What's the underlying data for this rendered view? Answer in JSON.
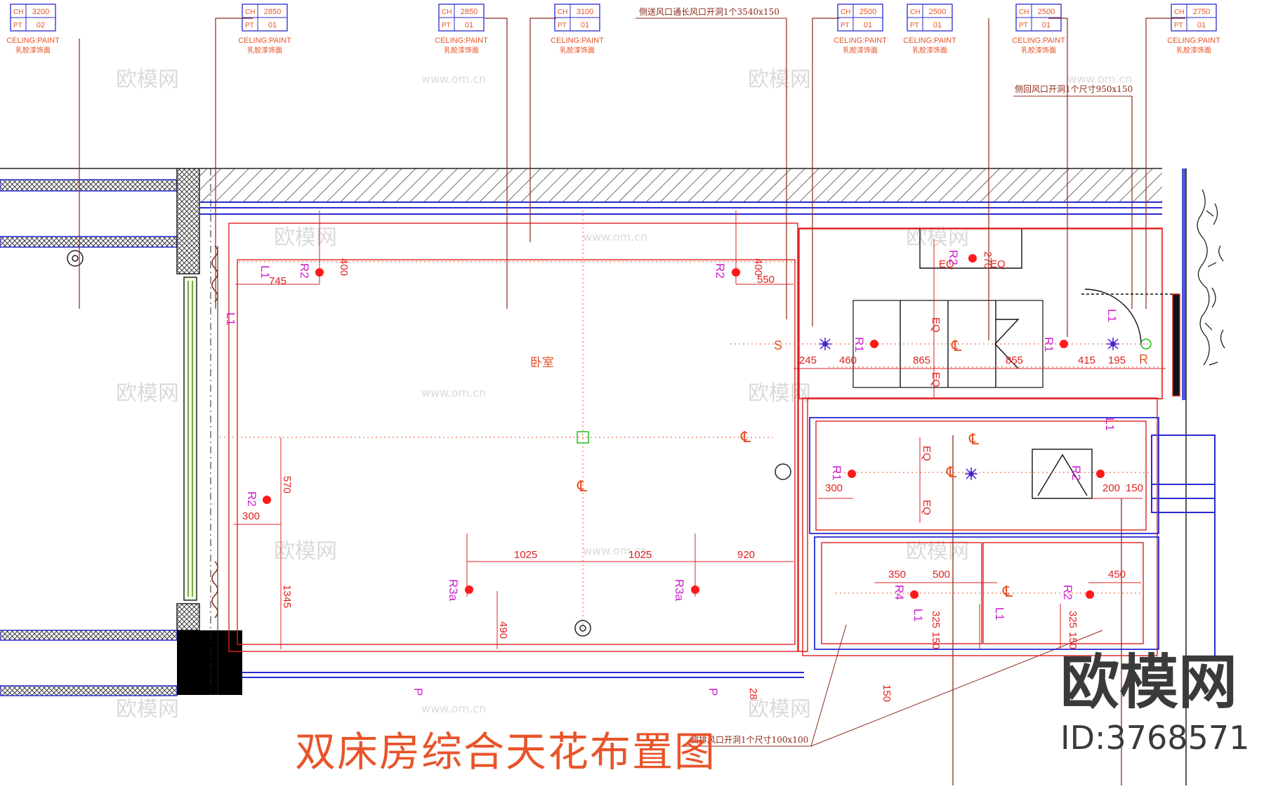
{
  "tags": [
    {
      "ch": "3200",
      "pt": "02"
    },
    {
      "ch": "2850",
      "pt": "01"
    },
    {
      "ch": "2850",
      "pt": "01"
    },
    {
      "ch": "3100",
      "pt": "01"
    },
    {
      "ch": "2500",
      "pt": "01"
    },
    {
      "ch": "2500",
      "pt": "01"
    },
    {
      "ch": "2500",
      "pt": "01"
    },
    {
      "ch": "2750",
      "pt": "01"
    }
  ],
  "tag_labels": {
    "ch": "CH",
    "pt": "PT",
    "mat": "CELING:PAINT",
    "mat_cn": "乳胶漆饰面"
  },
  "notes": {
    "supply": "侧送风口通长风口开洞1个3540x150",
    "return": "侧回风口开洞1个尺寸950x150",
    "exhaust": "侧排风口开洞1个尺寸100x100"
  },
  "room_label": "卧室",
  "dims": {
    "d400a": "400",
    "d400b": "400",
    "d745": "745",
    "d550": "550",
    "d270": "270",
    "d570": "570",
    "d300a": "300",
    "d1345": "1345",
    "d1025a": "1025",
    "d1025b": "1025",
    "d920": "920",
    "d490": "490",
    "d245": "245",
    "d460": "460",
    "d865": "865",
    "d855": "855",
    "d415": "415",
    "d195": "195",
    "d300b": "300",
    "d200": "200",
    "d150a": "150",
    "d350": "350",
    "d500": "500",
    "d450": "450",
    "d325a": "325",
    "d325b": "325",
    "d150b": "150",
    "d150c": "150",
    "d150d": "150",
    "d28": "28",
    "eq": "EQ"
  },
  "fixtures": {
    "r1": "R1",
    "r2": "R2",
    "r3a": "R3a",
    "r4": "R4",
    "l1": "L1",
    "p": "P",
    "s": "S",
    "r": "R",
    "cl": "℄"
  },
  "title": "双床房综合天花布置图",
  "logo": {
    "name": "欧模网",
    "id": "ID:3768571"
  },
  "watermark": "欧模网",
  "watermark_url": "www.om.cn",
  "colors": {
    "red": "#e02020",
    "orange": "#e8542a",
    "blue": "#2a2ad0",
    "magenta": "#d020d0",
    "brown": "#8b2a1a",
    "green": "#20c020",
    "dot": "#ff1a1a"
  }
}
